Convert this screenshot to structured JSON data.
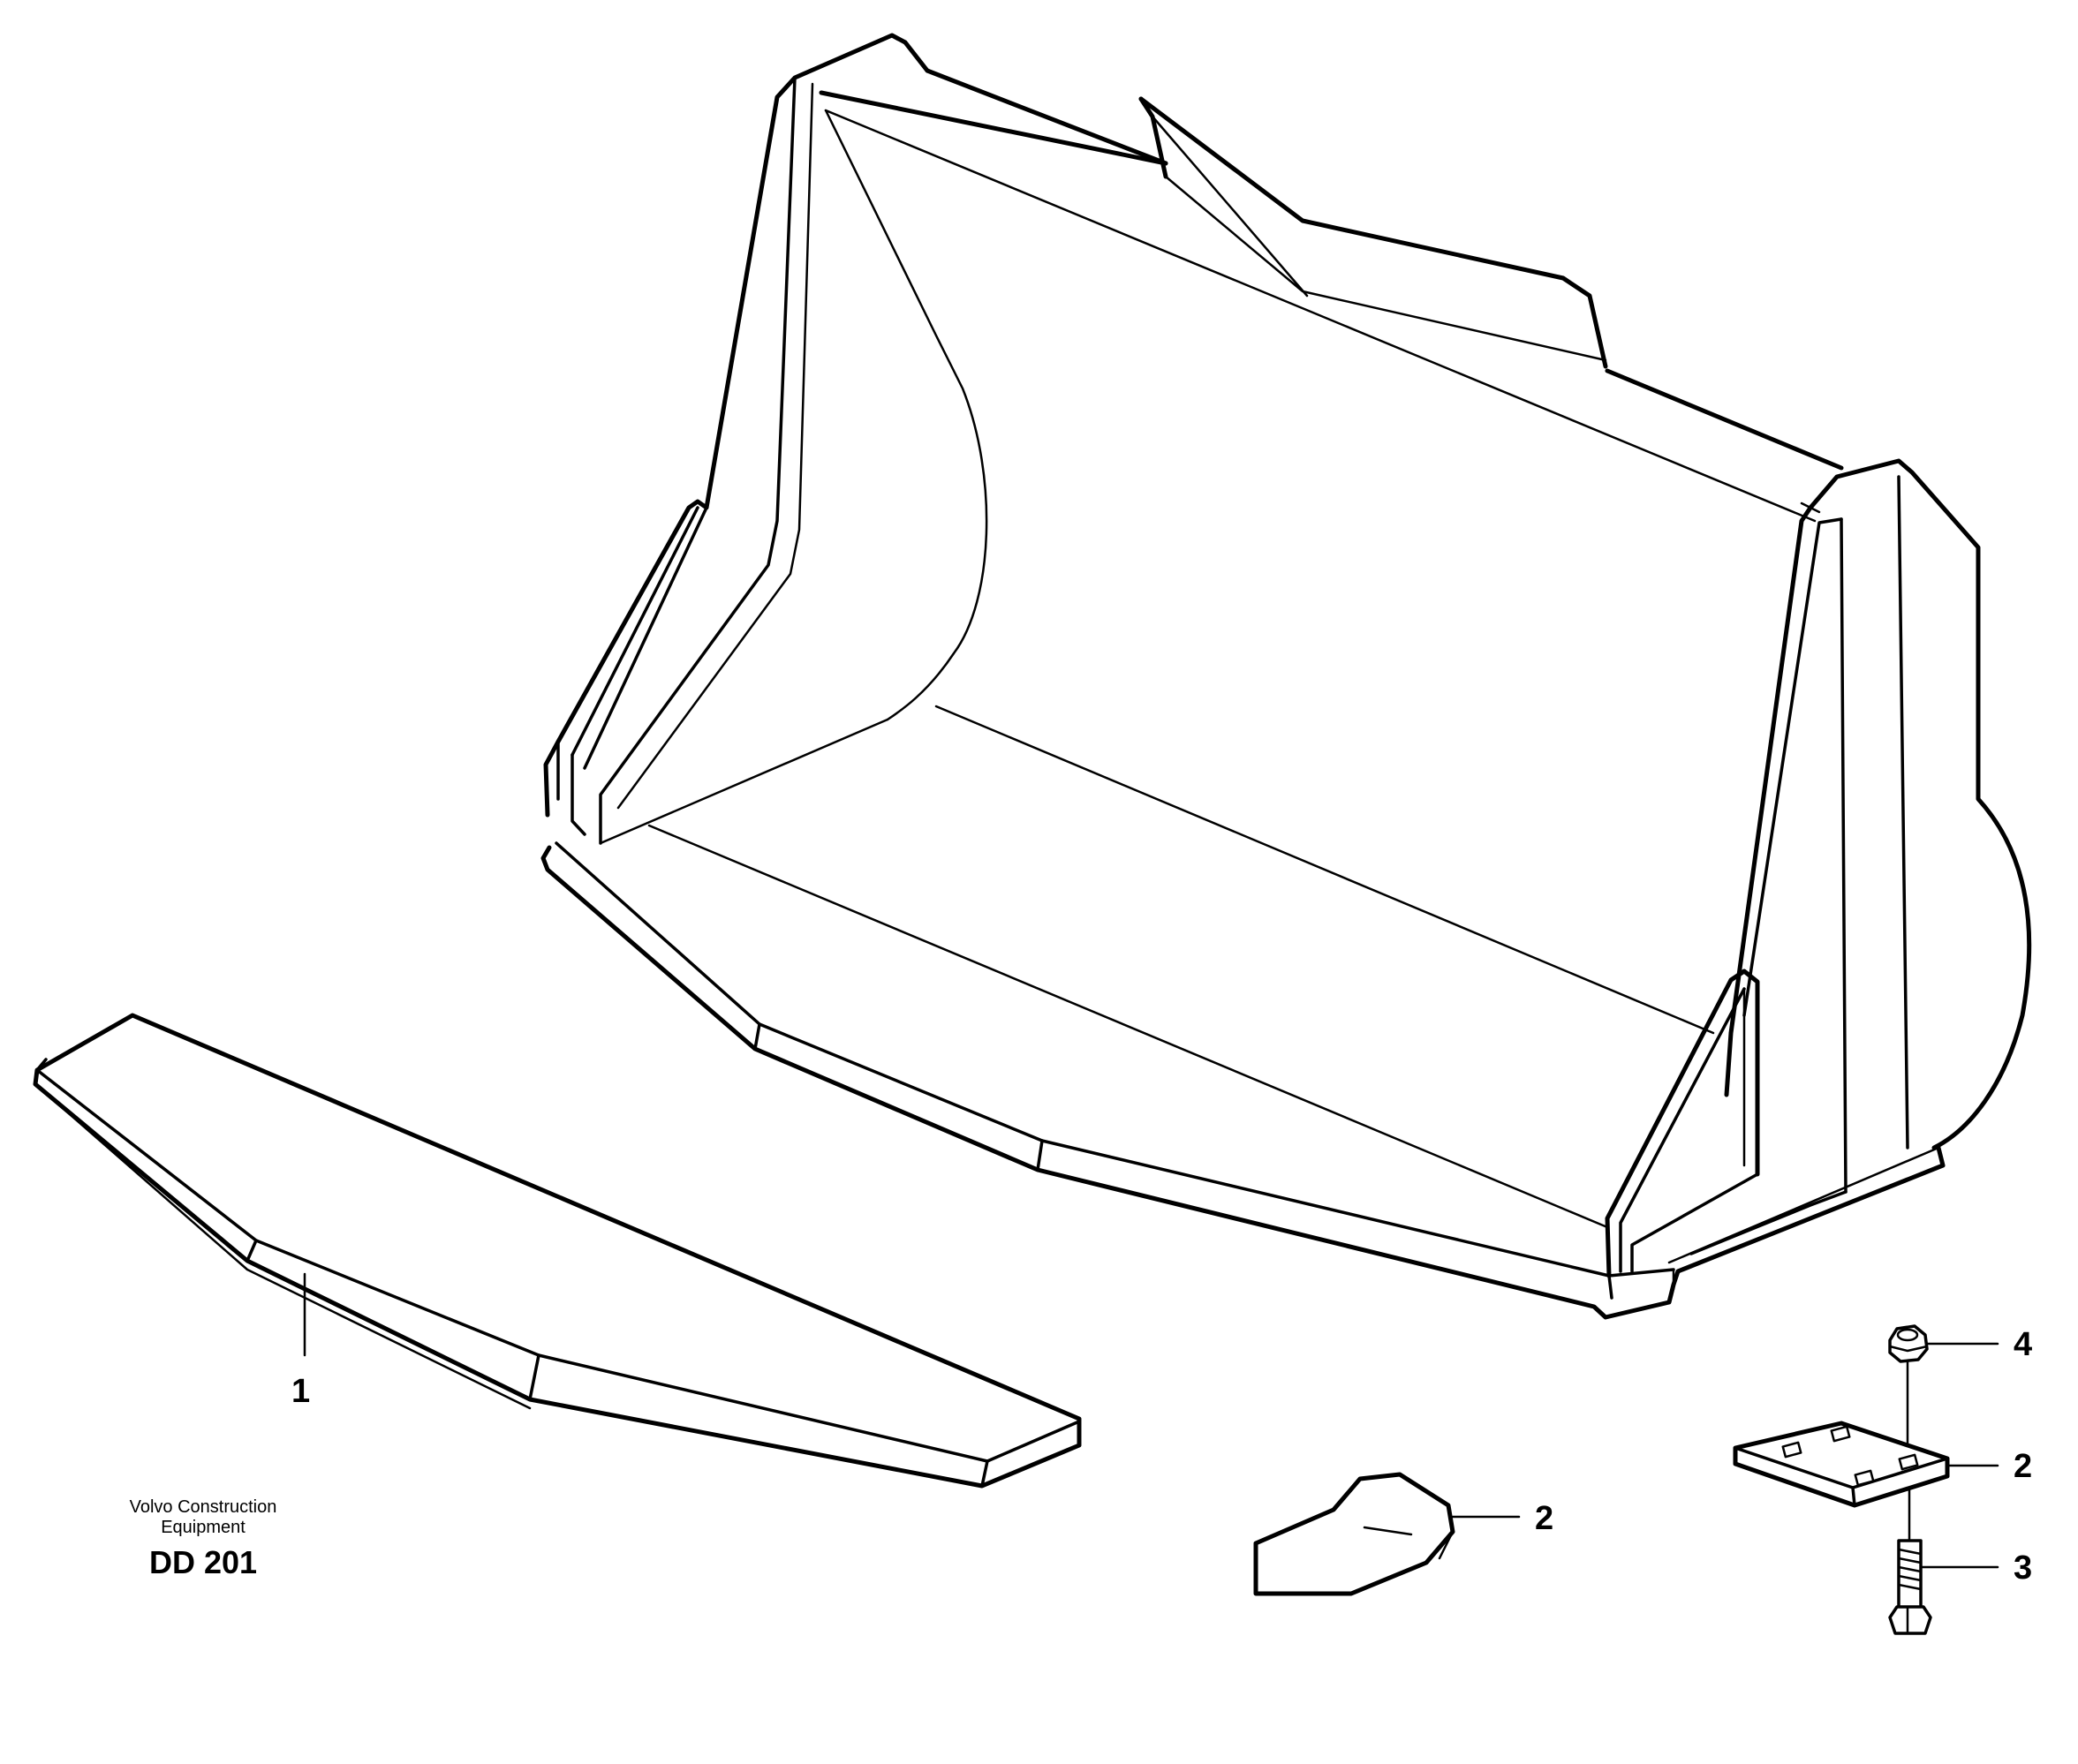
{
  "callouts": [
    {
      "id": "1",
      "label": "1"
    },
    {
      "id": "2a",
      "label": "2"
    },
    {
      "id": "2b",
      "label": "2"
    },
    {
      "id": "3",
      "label": "3"
    },
    {
      "id": "4",
      "label": "4"
    }
  ],
  "credit": {
    "line1": "Volvo Construction",
    "line2": "Equipment",
    "code": "DD 201"
  }
}
